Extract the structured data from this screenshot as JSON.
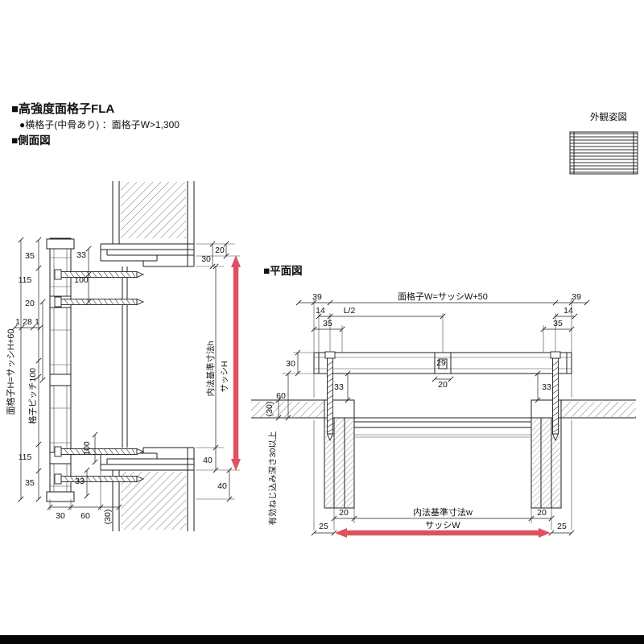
{
  "header": {
    "title": "■高強度面格子FLA",
    "subtitle": "●横格子(中骨あり) ：面格子W>1,300",
    "side_view_label": "■側面図",
    "plan_view_label": "■平面図",
    "appearance_label": "外観姿図"
  },
  "colors": {
    "accent_red": "#dd5263",
    "line": "#222222"
  },
  "side_view": {
    "dims": {
      "top_35": "35",
      "top_115": "115",
      "top_20": "20",
      "w1a": "1",
      "w28": "28",
      "w1b": "1",
      "height_formula": "面格子H=サッシH+60",
      "pitch": "格子ピッチ100",
      "bottom_115": "115",
      "bottom_35": "35",
      "mid_33_top": "33",
      "mid_100_top": "100",
      "mid_100_bottom": "100",
      "mid_33_bottom": "33",
      "right_20": "20",
      "right_30": "30",
      "naiho_h": "内法基準寸法h",
      "sash_h": "サッシH",
      "right_40a": "40",
      "right_40b": "40",
      "base_30": "30",
      "base_60": "60",
      "base_30p": "(30)"
    }
  },
  "plan_view": {
    "dims": {
      "left_39": "39",
      "width_formula": "面格子W=サッシW+50",
      "right_39": "39",
      "left_14": "14",
      "l_half": "L/2",
      "right_14": "14",
      "left_35": "35",
      "right_35": "35",
      "left_30": "30",
      "left_60": "60",
      "left_30p": "(30)",
      "screw_note": "有効ねじ込み深さ30以上",
      "center_29": "29",
      "center_20": "20",
      "left_33": "33",
      "right_33": "33",
      "naiho_20_left": "20",
      "naiho_w": "内法基準寸法w",
      "naiho_20_right": "20",
      "sash_25_left": "25",
      "sash_w": "サッシW",
      "sash_25_right": "25"
    }
  }
}
